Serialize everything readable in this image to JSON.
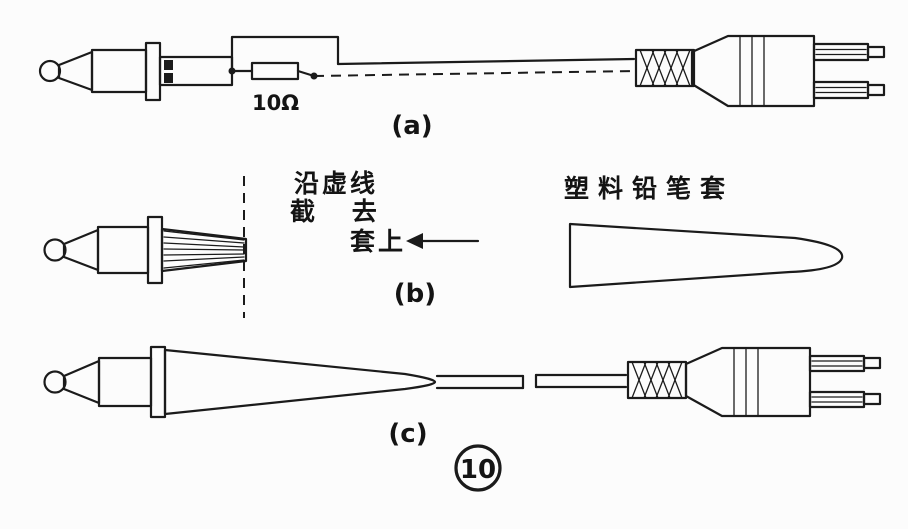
{
  "figure": {
    "panels": {
      "a": {
        "caption": "(a)",
        "resistor_value": "10Ω"
      },
      "b": {
        "caption": "(b)",
        "cut_note_line1": "沿虚线",
        "cut_note_line2": "截 去",
        "action_label": "套上",
        "cap_label": "塑料铅笔套"
      },
      "c": {
        "caption": "(c)"
      }
    },
    "figure_number": "10"
  },
  "colors": {
    "ink": "#1b1b1b",
    "paper": "#fcfcfc"
  }
}
